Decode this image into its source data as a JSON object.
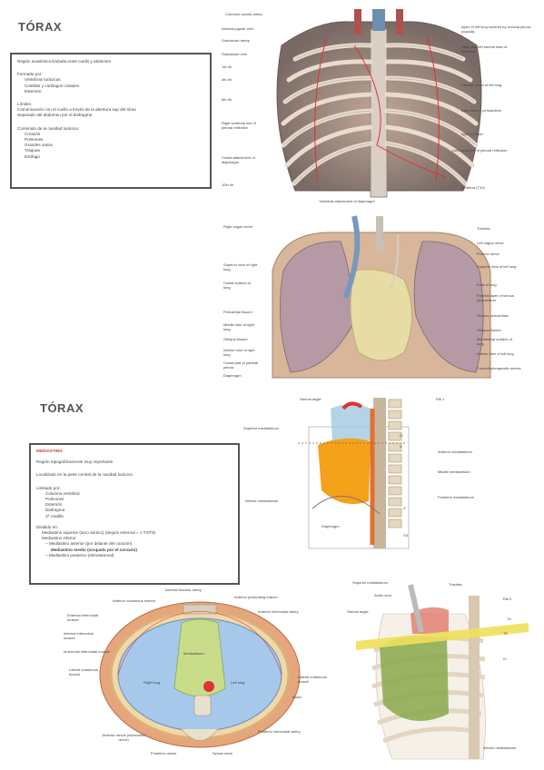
{
  "top": {
    "title": "TÓRAX",
    "box": {
      "intro": "Región anatómica limitada entre cuello y abdomen",
      "porque_heading": "Formada por:",
      "porque_items": [
        "Vértebras torácicas",
        "Costillas y cartílagos costales",
        "Esternón"
      ],
      "limits_heading": "Límites:",
      "limits_items": [
        "Comunicación con el cuello a través de la abertura sup del tórax",
        "Separado del abdomen por el diafragma"
      ],
      "contents_heading": "Contenido de la cavidad torácica:",
      "contents_items": [
        "Corazón",
        "Pulmones",
        "Grandes vasos",
        "Tráquea",
        "Esófago"
      ]
    },
    "rib_cage_labels_left": [
      "Common carotid artery",
      "Internal jugular vein",
      "Subclavian artery",
      "Subclavian vein",
      "1st rib",
      "4th rib",
      "6th rib",
      "Right vertebral line of pleural reflection",
      "Costal attachment of diaphragm",
      "10th rib"
    ],
    "rib_cage_labels_right": [
      "Apex of left lung covered by cervical pleura (cupula)",
      "Right and left sternal lines of reflection",
      "Cardiac notch of left lung",
      "Bare area of pericardium",
      "Apex of heart",
      "Left costal line of pleural reflection",
      "Vertebra (T10)"
    ],
    "rib_cage_label_bottom": "Vertebral attachment of diaphragm",
    "lungs_labels_left": [
      "Right vagus nerve",
      "Superior lobe of right lung",
      "Costal surface of lung",
      "Pericardial fissure",
      "Middle lobe of right lung",
      "Oblique fissure",
      "Inferior lobe of right lung",
      "Costal part of parietal pleura",
      "Diaphragm"
    ],
    "lungs_labels_right": [
      "Trachea",
      "Left vagus nerve",
      "Phrenic nerve",
      "Superior lobe of left lung",
      "Root of lung",
      "Parietal layer of serous pericardium",
      "Fibrous pericardium",
      "Oblique fissure",
      "Mediastinal surface of lung",
      "Inferior lobe of left lung",
      "Costodiaphragmatic recess"
    ]
  },
  "bottom": {
    "title": "TÓRAX",
    "box": {
      "heading": "MEDIASTINO",
      "subtitle": "Región topográficamente muy importante",
      "location": "Localizado en la parte central de la cavidad torácica",
      "limited_heading": "Limitado por:",
      "limited_items": [
        "Columna vertebral",
        "Pulmones",
        "Esternón",
        "Diafragma",
        "1ª costilla"
      ],
      "divided_heading": "Dividido en:",
      "divided_items": [
        "Mediastino superior (arco aórtico) (ángulo esternal = 1 T4/T5)",
        "Mediastino inferior",
        "– Mediastino anterior (por delante del corazón)",
        "Mediastino medio (ocupado por el corazón)",
        "– Mediastino posterior (retroesternal)"
      ]
    },
    "sagittal_labels": [
      "Sternal angle",
      "Rib 1",
      "Superior mediastinum",
      "IV",
      "V",
      "Anterior mediastinum",
      "Middle mediastinum",
      "Posterior mediastinum",
      "Inferior mediastinum",
      "Diaphragm",
      "X",
      "XII"
    ],
    "cross_labels_left": [
      "Anterior cutaneous branch",
      "External intercostal muscle",
      "Internal intercostal muscle",
      "Innermost intercostal muscle",
      "Lateral cutaneous branch"
    ],
    "cross_labels_top": [
      "Internal thoracic artery",
      "Anterior perforating branch",
      "Anterior intercostal artery"
    ],
    "cross_labels_inner": [
      "Mediastinum",
      "Right lung",
      "Left lung"
    ],
    "cross_labels_right": [
      "Lateral cutaneous branch",
      "Aorta",
      "Posterior intercostal artery"
    ],
    "cross_labels_bottom": [
      "Anterior ramus (intercostal nerve)",
      "Posterior ramus",
      "Spinal nerve"
    ],
    "lateral_labels": [
      "Superior mediastinum",
      "Trachea",
      "Aortic arch",
      "Rib II",
      "Sternal angle",
      "T4",
      "T5",
      "IV",
      "Inferior mediastinum"
    ]
  },
  "colors": {
    "heading_red": "#c8432b",
    "border": "#555555"
  }
}
